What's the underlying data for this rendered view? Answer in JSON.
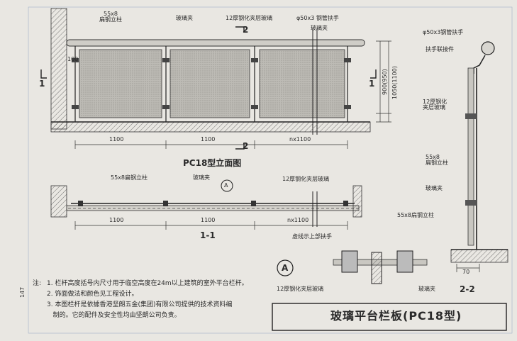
{
  "elevation": {
    "labels": {
      "post": "55x8\n扁钢立柱",
      "clamp": "玻璃夹",
      "glass": "12厚钢化夹层玻璃",
      "handrail": "φ50x3 钢管扶手",
      "clamp2": "玻璃夹"
    },
    "dims": [
      "1100",
      "1100",
      "nx1100"
    ],
    "height_dims": [
      "1050(1100)",
      "900(950)",
      "100"
    ],
    "section_marks": [
      "1",
      "1",
      "2",
      "2"
    ],
    "title": "PC18型立面图"
  },
  "plan": {
    "labels": {
      "post": "55x8扁钢立柱",
      "clamp": "玻璃夹",
      "glass": "12厚钢化夹层玻璃",
      "dashed": "虚线示上部扶手"
    },
    "marker": "A",
    "dims": [
      "1100",
      "1100",
      "nx1100"
    ],
    "title": "1-1"
  },
  "section22": {
    "labels": {
      "handrail": "φ50x3钢管扶手",
      "connector": "扶手联接件",
      "glass": "12厚钢化\n夹层玻璃",
      "post": "55x8\n扁钢立柱",
      "clamp": "玻璃夹"
    },
    "dim": "70",
    "title": "2-2"
  },
  "detailA": {
    "marker": "A",
    "labels": {
      "post": "55x8扁钢立柱",
      "glass": "12厚钢化夹层玻璃",
      "clamp": "玻璃夹"
    }
  },
  "notes": {
    "prefix": "注:",
    "items": [
      "1. 栏杆高度括号内尺寸用于临空高度在24m以上建筑的室外平台栏杆。",
      "2. 饰面做法和颜色见工程设计。",
      "3. 本图栏杆是依據香港坚朗五金(集团)有限公司提供的技术资料编",
      "   制的。它的配件及安全性均由坚朗公司负责。"
    ]
  },
  "title_block": {
    "title": "玻璃平台栏板(PC18型)",
    "page": "147"
  },
  "colors": {
    "paper": "#e9e7e2",
    "ink": "#2a2a2a",
    "glass_fill": "#b8b6b0",
    "blue_line": "#6f8fb5"
  }
}
